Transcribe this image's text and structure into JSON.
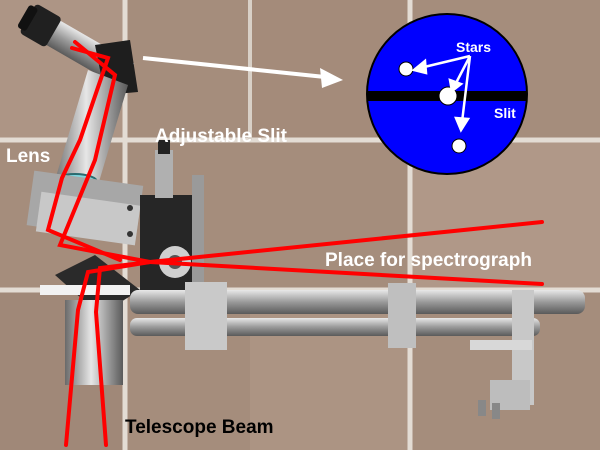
{
  "labels": {
    "lens": "Lens",
    "adjustable_slit": "Adjustable Slit",
    "spectrograph": "Place for spectrograph",
    "telescope_beam": "Telescope Beam"
  },
  "inset": {
    "stars_label": "Stars",
    "slit_label": "Slit"
  },
  "colors": {
    "beam": "#ff0000",
    "inset_bg": "#0000ff",
    "label_text": "#ffffff",
    "bottom_label_text": "#000000",
    "tile": "#a89080",
    "grout": "#ddd5cc"
  }
}
